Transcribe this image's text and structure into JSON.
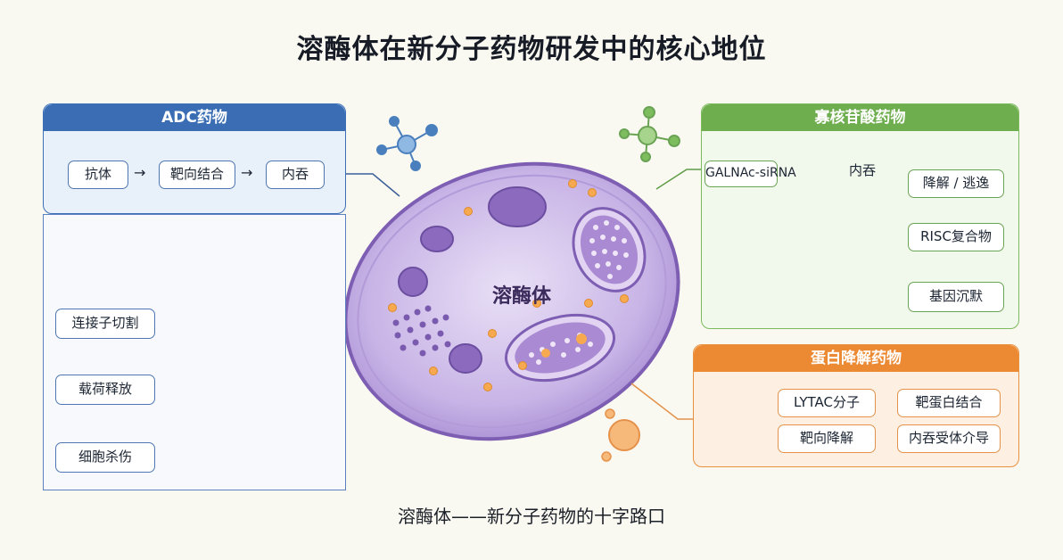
{
  "title": "溶酶体在新分子药物研发中的核心地位",
  "caption": "溶酶体——新分子药物的十字路口",
  "center_label": "溶酶体",
  "adc": {
    "header": "ADC药物",
    "flow": [
      "抗体",
      "靶向结合",
      "内吞"
    ],
    "steps": [
      "连接子切割",
      "载荷释放",
      "细胞杀伤"
    ]
  },
  "oligo": {
    "header": "寡核苷酸药物",
    "start": "GALNAc-siRNA",
    "endocytosis": "内吞",
    "steps": [
      "降解 / 逃逸",
      "RISC复合物",
      "基因沉默"
    ]
  },
  "protein": {
    "header": "蛋白降解药物",
    "boxes": [
      "LYTAC分子",
      "靶蛋白结合",
      "靶向降解",
      "内吞受体介导"
    ]
  },
  "colors": {
    "adc": "#3a6db4",
    "oligo": "#6fae4f",
    "protein": "#ec8a34",
    "lysosome": "#9b80c8"
  }
}
